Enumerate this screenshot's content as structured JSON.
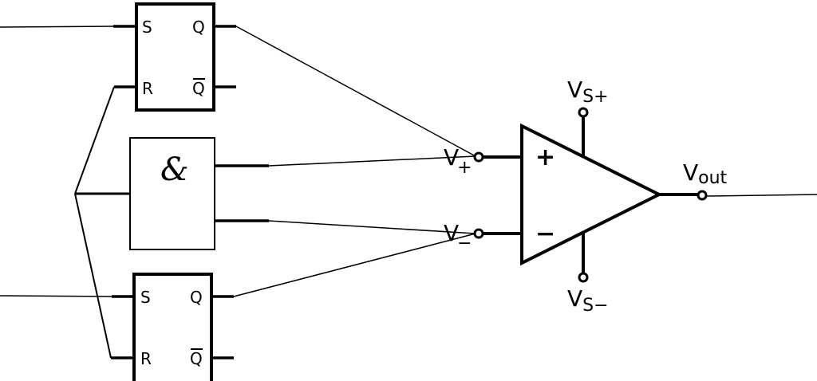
{
  "diagram": {
    "type": "circuit-schematic",
    "colors": {
      "stroke": "#000000",
      "background": "#ffffff"
    },
    "flipflop_top": {
      "set_label": "S",
      "reset_label": "R",
      "q_label": "Q",
      "qbar_label": "Q"
    },
    "flipflop_bottom": {
      "set_label": "S",
      "reset_label": "R",
      "q_label": "Q",
      "qbar_label": "Q"
    },
    "and_gate": {
      "symbol": "&"
    },
    "opamp": {
      "plus_sign": "+",
      "minus_sign": "−",
      "v_plus": {
        "main": "V",
        "sub": "+"
      },
      "v_minus": {
        "main": "V",
        "sub": "−"
      },
      "vs_plus": {
        "main": "V",
        "sub": "S+"
      },
      "vs_minus": {
        "main": "V",
        "sub": "S−"
      },
      "vout": {
        "main": "V",
        "sub": "out"
      }
    }
  }
}
